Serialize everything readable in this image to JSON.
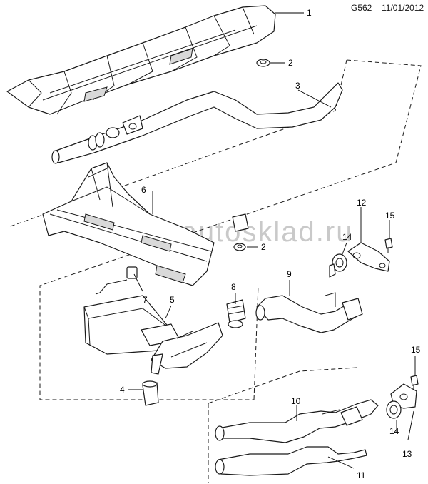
{
  "header": {
    "code": "G562",
    "date": "11/01/2012"
  },
  "watermark": "www.autosklad.ru",
  "callouts": {
    "c1": "1",
    "c2a": "2",
    "c2b": "2",
    "c3": "3",
    "c4": "4",
    "c5": "5",
    "c6": "6",
    "c7": "7",
    "c8": "8",
    "c9": "9",
    "c10": "10",
    "c11": "11",
    "c12": "12",
    "c13": "13",
    "c14a": "14",
    "c14b": "14",
    "c15a": "15",
    "c15b": "15"
  }
}
